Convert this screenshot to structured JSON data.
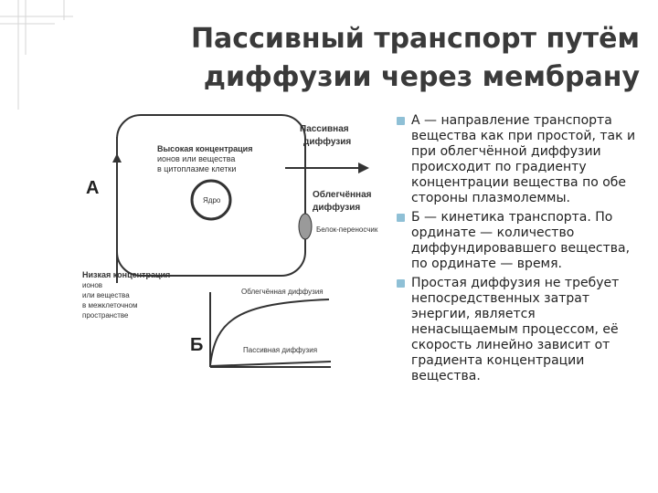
{
  "title": {
    "line1": "Пассивный транспорт путём",
    "line2": "диффузии через мембрану"
  },
  "diagram": {
    "label_a": "А",
    "label_b": "Б",
    "passive_diffusion": [
      "Пассивная",
      "диффузия"
    ],
    "high_concentration": [
      "Высокая концентрация",
      "ионов или вещества",
      "в цитоплазме клетки"
    ],
    "nucleus": "Ядро",
    "facilitated_diffusion": [
      "Облегчённая",
      "диффузия"
    ],
    "carrier_protein": "Белок-переносчик",
    "low_concentration": [
      "Низкая концентрация",
      "ионов",
      "или вещества",
      "в межклеточном",
      "пространстве"
    ],
    "graph_facilitated": "Облегчённая диффузия",
    "graph_passive": "Пассивная диффузия"
  },
  "bullets": [
    "А — направление транспорта вещества как при простой, так и при облегчённой диффузии происходит по градиенту концентрации вещества по обе стороны плазмолеммы.",
    "Б — кинетика транспорта. По ординате — количество диффундировавшего вещества, по ординате — время.",
    "Простая диффузия не требует непосредственных затрат энергии, является ненасыщаемым процессом, её скорость линейно зависит от градиента концентрации вещества."
  ],
  "colors": {
    "bullet": "#8fc0d6",
    "decoration": "#cfcfcf",
    "title": "#3a3a3a"
  }
}
